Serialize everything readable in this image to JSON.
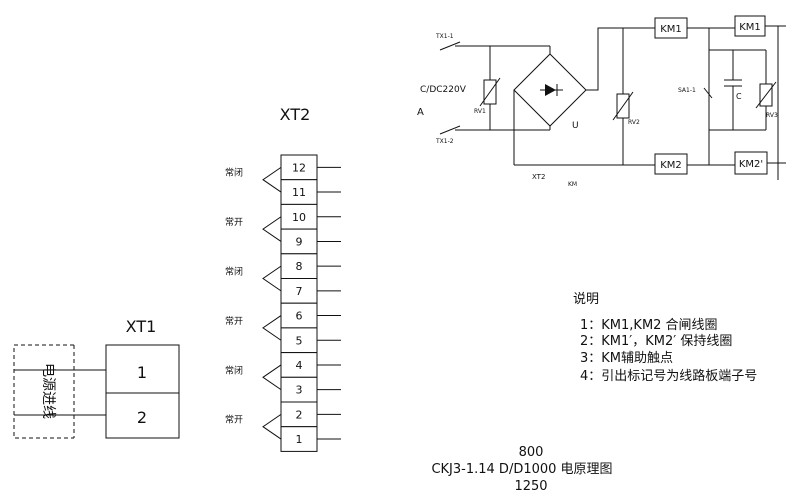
{
  "xt2": {
    "title": "XT2",
    "terminals": [
      "12",
      "11",
      "10",
      "9",
      "8",
      "7",
      "6",
      "5",
      "4",
      "3",
      "2",
      "1"
    ],
    "contact_labels": [
      "常闭",
      "常开",
      "常闭",
      "常开",
      "常闭",
      "常开"
    ]
  },
  "xt1": {
    "title": "XT1",
    "terminals": [
      "1",
      "2"
    ],
    "side_label": "电源进线"
  },
  "circuit": {
    "supply_top": "TX1-1",
    "supply_bottom": "TX1-2",
    "voltage": "C/DC220V",
    "phase": "A",
    "rv1": "RV1",
    "rectifier": "U",
    "rv2": "RV2",
    "xt2_ref": "XT2",
    "km_ref": "KM",
    "km1_a": "KM1",
    "km1_b": "KM1",
    "km2_a": "KM2",
    "km2_b": "KM2'",
    "sa": "SA1-1",
    "cap": "C",
    "rv3": "RV3"
  },
  "notes": {
    "heading": "说明",
    "items": [
      "1：KM1,KM2 合闸线圈",
      "2：KM1′，KM2′  保持线圈",
      "3：KM辅助触点",
      "4：引出标记号为线路板端子号"
    ]
  },
  "title_block": {
    "top": "800",
    "main": "CKJ3-1.14 D/D1000  电原理图",
    "bottom": "1250"
  }
}
